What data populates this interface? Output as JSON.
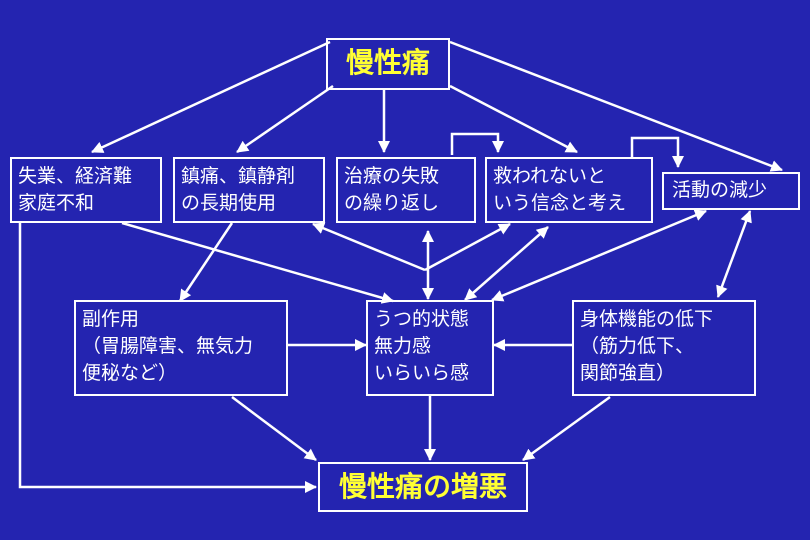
{
  "colors": {
    "background": "#2424b0",
    "border": "#ffffff",
    "text": "#ffffff",
    "highlight": "#ffff33"
  },
  "nodes": {
    "chronic_pain": "慢性痛",
    "unemployment": [
      "失業、経済難",
      "家庭不和"
    ],
    "analgesics": [
      "鎮痛、鎮静剤",
      "の長期使用"
    ],
    "treatment_failure": [
      "治療の失敗",
      "の繰り返し"
    ],
    "helpless_belief": [
      "救われないと",
      "いう信念と考え"
    ],
    "activity_decrease": "活動の減少",
    "side_effects": [
      "副作用",
      "（胃腸障害、無気力",
      "便秘など）"
    ],
    "depression": [
      "うつ的状態",
      "無力感",
      "いらいら感"
    ],
    "physical_decline": [
      "身体機能の低下",
      "（筋力低下、",
      "関節強直）"
    ],
    "worsening": "慢性痛の増悪"
  }
}
